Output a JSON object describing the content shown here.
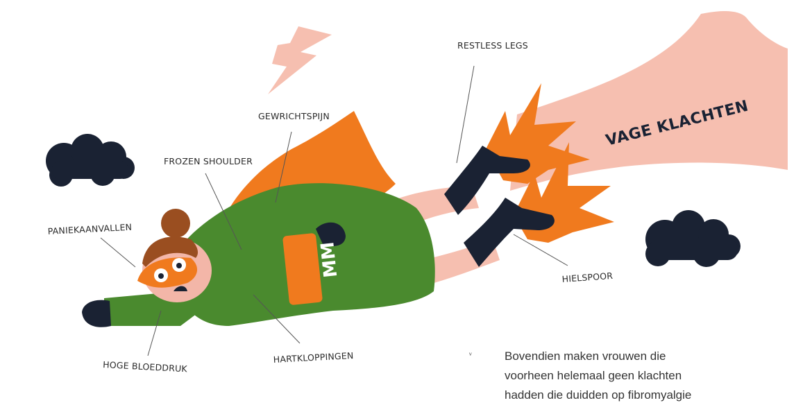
{
  "labels": {
    "restless_legs": "RESTLESS LEGS",
    "gewrichtspijn": "GEWRICHTSPIJN",
    "frozen_shoulder": "FROZEN SHOULDER",
    "paniekaanvallen": "PANIEKAANVALLEN",
    "hoge_bloeddruk": "HOGE BLOEDDRUK",
    "hartkloppingen": "HARTKLOPPINGEN",
    "hielspoor": "HIELSPOOR"
  },
  "banner": "VAGE KLACHTEN",
  "chest_logo": "MM",
  "tick_mark": "ᵥ",
  "paragraph": [
    "Bovendien maken vrouwen die",
    "voorheen helemaal geen klachten",
    "hadden die duidden op fibromyalgie"
  ],
  "colors": {
    "orange": "#F07A1E",
    "green": "#4A8A2E",
    "pink": "#F6BFB0",
    "navy": "#1A2233",
    "brown": "#9A4E20",
    "skin": "#F3B6A8"
  }
}
